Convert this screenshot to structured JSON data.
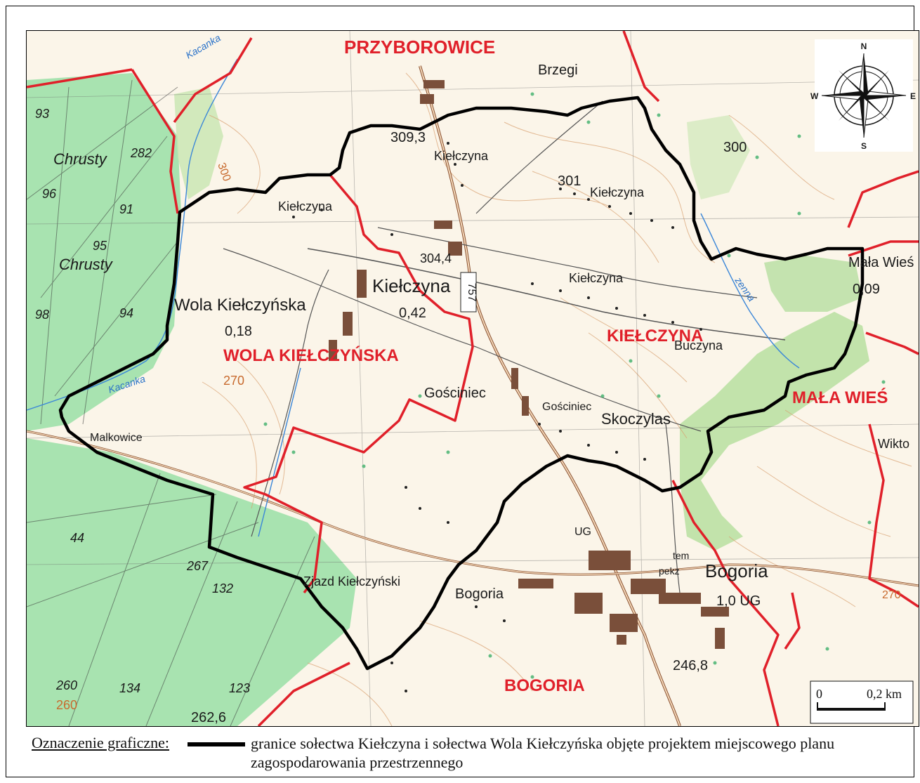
{
  "map": {
    "villages_red": {
      "przyborowice": "PRZYBOROWICE",
      "kielczyna": "KIEŁCZYNA",
      "wola_kielczynska": "WOLA KIEŁCZYŃSKA",
      "mala_wies": "MAŁA WIEŚ",
      "bogoria": "BOGORIA"
    },
    "places": {
      "brzegi": "Brzegi",
      "kielczyna_1": "Kiełczyna",
      "kielczyna_2": "Kiełczyna",
      "kielczyna_3": "Kiełczyna",
      "kielczyna_4": "Kiełczyna",
      "kielczyna_main": "Kiełczyna",
      "kielczyna_main_value": "0,42",
      "wola_kielczynska": "Wola Kiełczyńska",
      "wola_kielczynska_value": "0,18",
      "mala_wies": "Mała Wieś",
      "mala_wies_value": "0,09",
      "buczyna": "Buczyna",
      "goscinec_1": "Gościniec",
      "goscinec_2": "Gościniec",
      "skoczylas": "Skoczylas",
      "malkowice": "Malkowice",
      "wiktorow": "Wikto",
      "zjazd": "Zjazd Kiełczyński",
      "bogoria_small": "Bogoria",
      "bogoria_town": "Bogoria",
      "bogoria_town_value": "1,0 UG",
      "chrusty_1": "Chrusty",
      "chrusty_2": "Chrusty",
      "tem": "tem",
      "ug": "UG",
      "pekz": "pekz",
      "road": "757"
    },
    "water": {
      "kacanka_1": "Kacanka",
      "kacanka_2": "Kacanka",
      "zenna": "zenna"
    },
    "heights": {
      "h1": "309,3",
      "h2": "301",
      "h3": "300",
      "h4": "304,4",
      "h5": "246,8",
      "h6": "262,6"
    },
    "contours": {
      "c1": "300",
      "c2": "270",
      "c3": "260",
      "c4": "270"
    },
    "forest_numbers": {
      "n93": "93",
      "n282": "282",
      "n96": "96",
      "n91": "91",
      "n95": "95",
      "n98": "98",
      "n94": "94",
      "n44": "44",
      "n267": "267",
      "n132": "132",
      "n260": "260",
      "n134": "134",
      "n123": "123"
    },
    "compass": {
      "n": "N",
      "s": "S",
      "e": "E",
      "w": "W"
    },
    "scale": {
      "start": "0",
      "end": "0,2 km"
    },
    "colors": {
      "boundary_black": "#000000",
      "boundary_red": "#e0202a",
      "forest": "#a8e3b0",
      "map_background": "#fbf5e9"
    }
  },
  "legend": {
    "title": "Oznaczenie graficzne:",
    "description": "granice sołectwa Kiełczyna i sołectwa Wola Kiełczyńska objęte projektem miejscowego planu zagospodarowania przestrzennego"
  }
}
